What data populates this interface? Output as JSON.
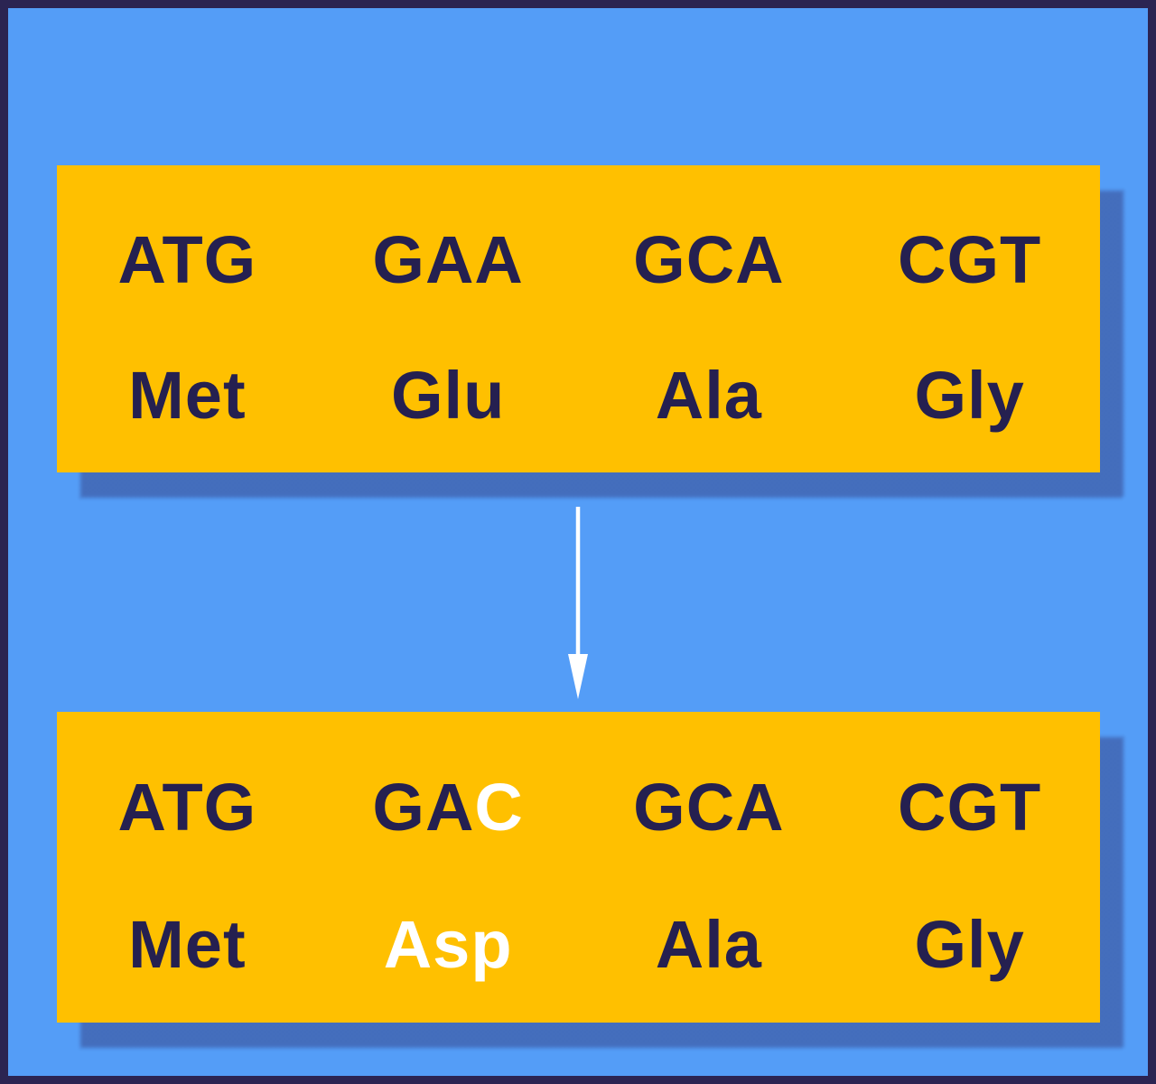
{
  "colors": {
    "background_blue": "#549DF7",
    "panel_yellow": "#FFC000",
    "frame_navy": "#2B2452",
    "text_navy": "#252050",
    "highlight_white": "#FFFFFF",
    "arrow_white": "#FFFFFF",
    "shadow_navy": "#2E2E6E"
  },
  "sequence_original": {
    "codons": [
      "ATG",
      "GAA",
      "GCA",
      "CGT"
    ],
    "amino_acids": [
      "Met",
      "Glu",
      "Ala",
      "Gly"
    ]
  },
  "arrow": {
    "direction": "down"
  },
  "sequence_mutated": {
    "codons": [
      "ATG",
      "GAC",
      "GCA",
      "CGT"
    ],
    "codon2_parts": {
      "normal": "GA",
      "mutant": "C"
    },
    "amino_acids": [
      "Met",
      "Asp",
      "Ala",
      "Gly"
    ],
    "highlighted_amino": "Asp"
  }
}
